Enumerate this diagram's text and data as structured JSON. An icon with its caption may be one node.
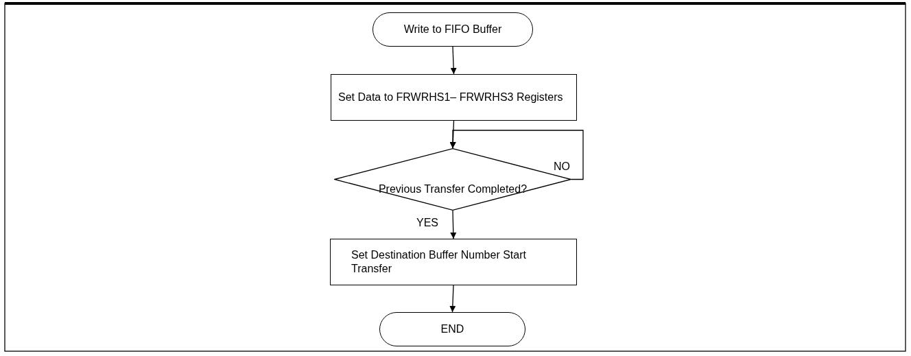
{
  "diagram": {
    "nodes": [
      {
        "text": [
          "Write to FIFO Buffer"
        ]
      },
      {
        "text": [
          "Set Data to FRWRHS1– FRWRHS3 Registers"
        ]
      },
      {
        "text": [
          "Previous Transfer Completed?"
        ]
      },
      {
        "text": [
          "Set Destination Buffer Number Start Transfer"
        ]
      },
      {
        "text": [
          "END"
        ]
      }
    ],
    "edges": [
      {
        "from": 0,
        "to": 1,
        "arrow": "to"
      },
      {
        "from": 1,
        "to": 2,
        "arrow": "to"
      },
      {
        "from": 2,
        "to": 2,
        "arrow": "to",
        "label": "NO"
      },
      {
        "from": 2,
        "to": 3,
        "arrow": "to",
        "label": "YES"
      },
      {
        "from": 3,
        "to": 4,
        "arrow": "to"
      }
    ]
  }
}
